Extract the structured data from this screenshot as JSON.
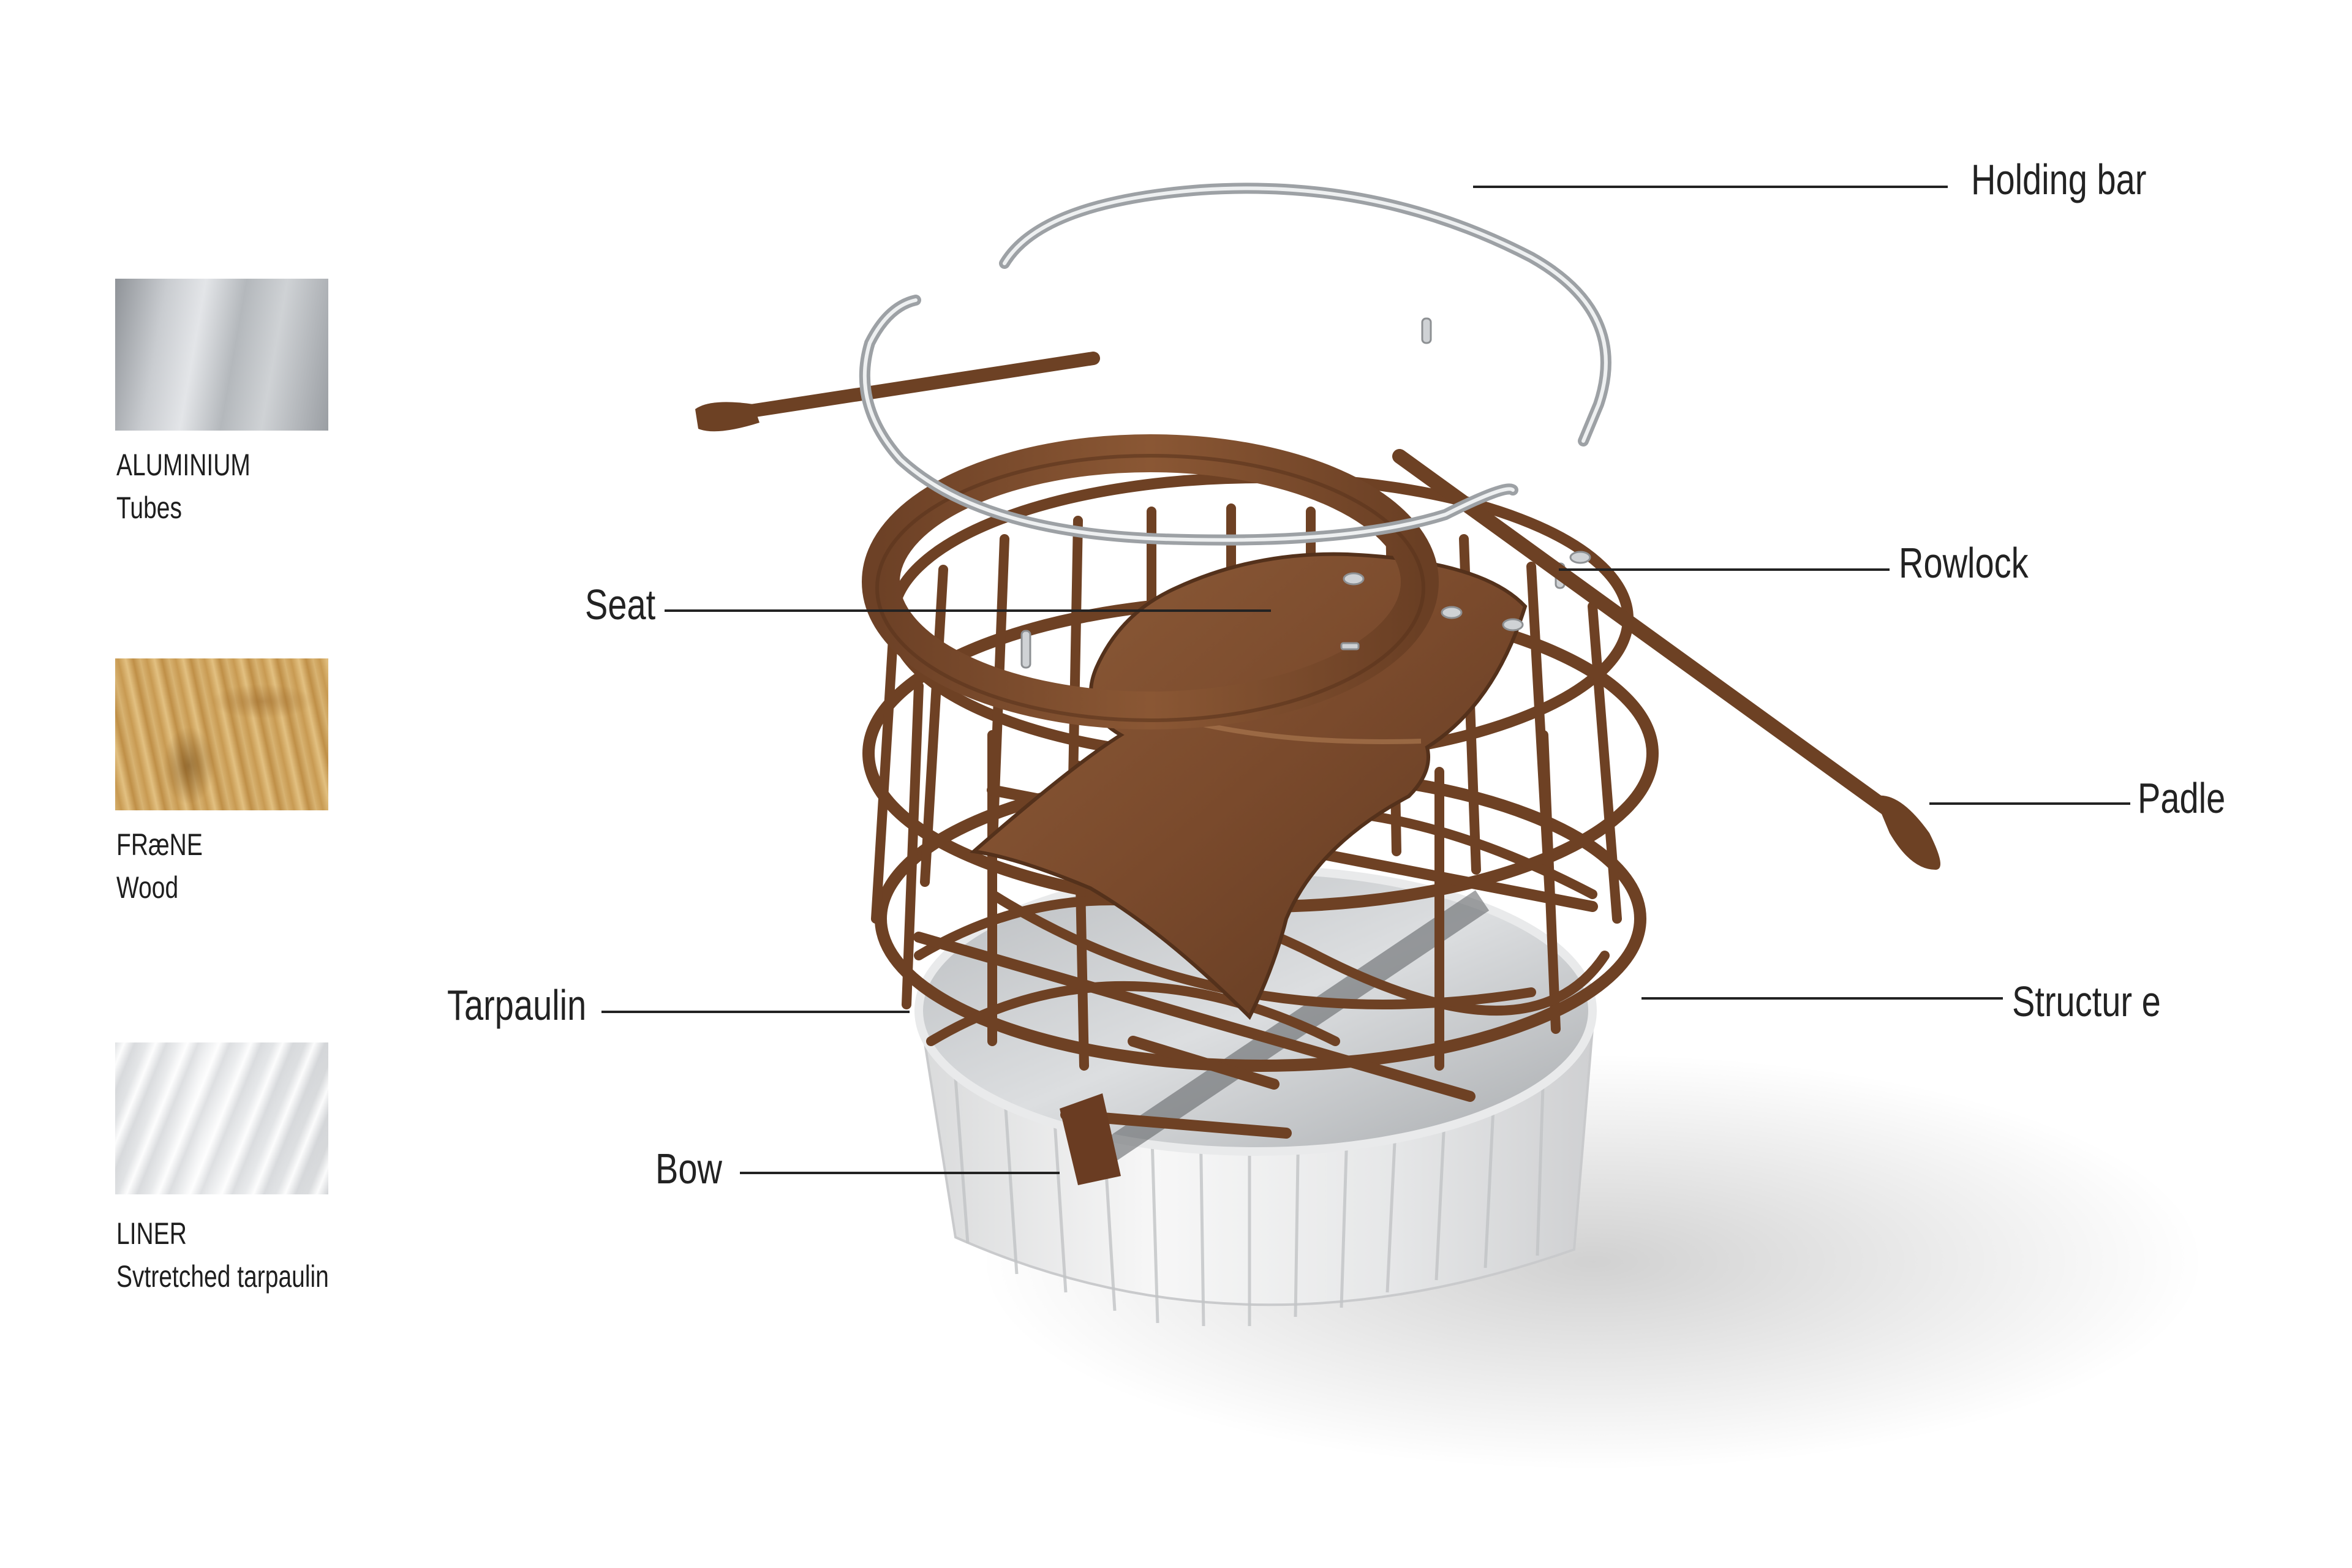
{
  "materials": [
    {
      "title": "ALUMINIUM",
      "subtitle": "Tubes",
      "swatch": "aluminium-texture",
      "color": "#c4c7ca"
    },
    {
      "title": "FRæNE",
      "subtitle": "Wood",
      "swatch": "ash-wood-texture",
      "color": "#cfa45e"
    },
    {
      "title": "LINER",
      "subtitle": "Svtretched tarpaulin",
      "swatch": "white-tarpaulin-texture",
      "color": "#e8e9ea"
    }
  ],
  "callouts": {
    "holding_bar": "Holding bar",
    "rowlock": "Rowlock",
    "seat": "Seat",
    "padle": "Padle",
    "tarpaulin": "Tarpaulin",
    "structure": "Structur e",
    "bow": "Bow"
  },
  "colors": {
    "wood": "#7a4a2c",
    "wood_light": "#8d5a37",
    "aluminium": "#c6c9cc",
    "liner": "#f0f0f0",
    "leader_line": "#222222"
  }
}
